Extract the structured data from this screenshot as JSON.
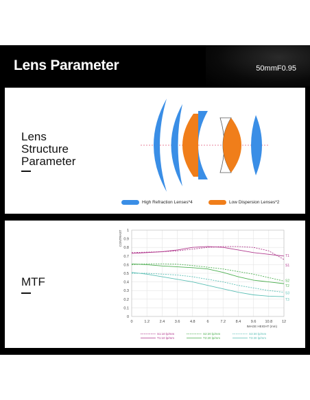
{
  "header": {
    "title": "Lens Parameter",
    "model": "50mmF0.95"
  },
  "structure": {
    "title_lines": [
      "Lens",
      "Structure",
      "Parameter"
    ],
    "legend": [
      {
        "label": "High Refraction Lenses*4",
        "color": "#3a8ee6"
      },
      {
        "label": "Low Dispersion Lenses*2",
        "color": "#f07e1a"
      }
    ]
  },
  "mtf": {
    "title": "MTF",
    "ylabel": "CONTRAST",
    "xlabel": "IMAGE HEIGHT  (mm)",
    "legend": [
      {
        "label": "S1:10 lp/mm",
        "color": "#b0378c",
        "dash": true
      },
      {
        "label": "T1:10 lp/mm",
        "color": "#b0378c",
        "dash": false
      },
      {
        "label": "S2:20 lp/mm",
        "color": "#4caf50",
        "dash": true
      },
      {
        "label": "T2:20 lp/mm",
        "color": "#4caf50",
        "dash": false
      },
      {
        "label": "S3:30 lp/mm",
        "color": "#5bbfb5",
        "dash": true
      },
      {
        "label": "T3:30 lp/mm",
        "color": "#5bbfb5",
        "dash": false
      }
    ]
  },
  "chart_data": {
    "type": "line",
    "ylabel": "CONTRAST",
    "xlabel": "IMAGE HEIGHT  (mm)",
    "xlim": [
      0,
      12
    ],
    "ylim": [
      0,
      1
    ],
    "xticks": [
      "0",
      "1.2",
      "2.4",
      "3.6",
      "4.8",
      "6",
      "7.2",
      "8.4",
      "9.6",
      "10.8",
      "12"
    ],
    "yticks": [
      "0",
      "0.1",
      "0.2",
      "0.3",
      "0.4",
      "0.5",
      "0.6",
      "0.7",
      "0.8",
      "0.9",
      "1"
    ],
    "grid": true,
    "x": [
      0,
      1.2,
      2.4,
      3.6,
      4.8,
      6,
      7.2,
      8.4,
      9.6,
      10.8,
      12
    ],
    "series": [
      {
        "name": "S1:10 lp/mm",
        "end_label": "S1",
        "color": "#b0378c",
        "dash": true,
        "values": [
          0.74,
          0.745,
          0.75,
          0.76,
          0.78,
          0.8,
          0.81,
          0.81,
          0.8,
          0.76,
          0.66
        ]
      },
      {
        "name": "T1:10 lp/mm",
        "end_label": "T1",
        "color": "#b0378c",
        "dash": false,
        "values": [
          0.73,
          0.74,
          0.75,
          0.77,
          0.8,
          0.81,
          0.8,
          0.77,
          0.74,
          0.72,
          0.7
        ]
      },
      {
        "name": "S2:20 lp/mm",
        "end_label": "S2",
        "color": "#4caf50",
        "dash": true,
        "values": [
          0.6,
          0.61,
          0.61,
          0.605,
          0.59,
          0.57,
          0.55,
          0.52,
          0.49,
          0.45,
          0.41
        ]
      },
      {
        "name": "T2:20 lp/mm",
        "end_label": "T2",
        "color": "#4caf50",
        "dash": false,
        "values": [
          0.61,
          0.6,
          0.585,
          0.575,
          0.565,
          0.55,
          0.51,
          0.46,
          0.42,
          0.4,
          0.38
        ]
      },
      {
        "name": "S3:30 lp/mm",
        "end_label": "S3",
        "color": "#5bbfb5",
        "dash": true,
        "values": [
          0.5,
          0.5,
          0.49,
          0.48,
          0.46,
          0.43,
          0.4,
          0.36,
          0.33,
          0.3,
          0.28
        ]
      },
      {
        "name": "T3:30 lp/mm",
        "end_label": "T3",
        "color": "#5bbfb5",
        "dash": false,
        "values": [
          0.51,
          0.49,
          0.46,
          0.43,
          0.4,
          0.36,
          0.32,
          0.28,
          0.25,
          0.235,
          0.23
        ]
      }
    ]
  }
}
